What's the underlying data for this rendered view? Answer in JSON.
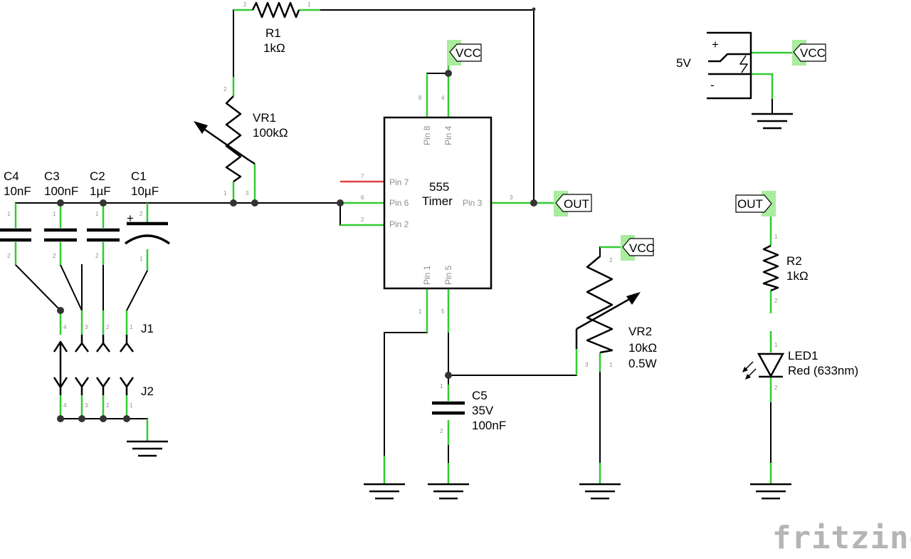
{
  "components": {
    "r1": {
      "ref": "R1",
      "value": "1kΩ"
    },
    "vr1": {
      "ref": "VR1",
      "value": "100kΩ"
    },
    "c4": {
      "ref": "C4",
      "value": "10nF"
    },
    "c3": {
      "ref": "C3",
      "value": "100nF"
    },
    "c2": {
      "ref": "C2",
      "value": "1µF"
    },
    "c1": {
      "ref": "C1",
      "value": "10µF"
    },
    "timer": {
      "line1": "555",
      "line2": "Timer"
    },
    "c5": {
      "ref": "C5",
      "voltage": "35V",
      "value": "100nF"
    },
    "vr2": {
      "ref": "VR2",
      "value": "10kΩ",
      "power": "0.5W"
    },
    "r2": {
      "ref": "R2",
      "value": "1kΩ"
    },
    "led1": {
      "ref": "LED1",
      "value": "Red (633nm)"
    },
    "j1": {
      "ref": "J1"
    },
    "j2": {
      "ref": "J2"
    },
    "supply": {
      "label": "5V",
      "plus": "+",
      "minus": "-"
    }
  },
  "timer_pins": {
    "p8": "Pin 8",
    "p4": "Pin 4",
    "p7": "Pin 7",
    "p6": "Pin 6",
    "p2": "Pin 2",
    "p3": "Pin 3",
    "p1": "Pin 1",
    "p5": "Pin 5"
  },
  "nets": {
    "vcc": "VCC",
    "out": "OUT"
  },
  "cap_polarity": "+",
  "pin_numbers": {
    "one": "1",
    "two": "2",
    "three": "3",
    "four": "4",
    "five": "5",
    "six": "6",
    "seven": "7",
    "eight": "8"
  },
  "brand": "fritzing",
  "colors": {
    "pin": "#33cc33",
    "unconnected_pin": "#e04040",
    "net_flag": "#a8ec9c",
    "brand": "#b5b5b5"
  }
}
